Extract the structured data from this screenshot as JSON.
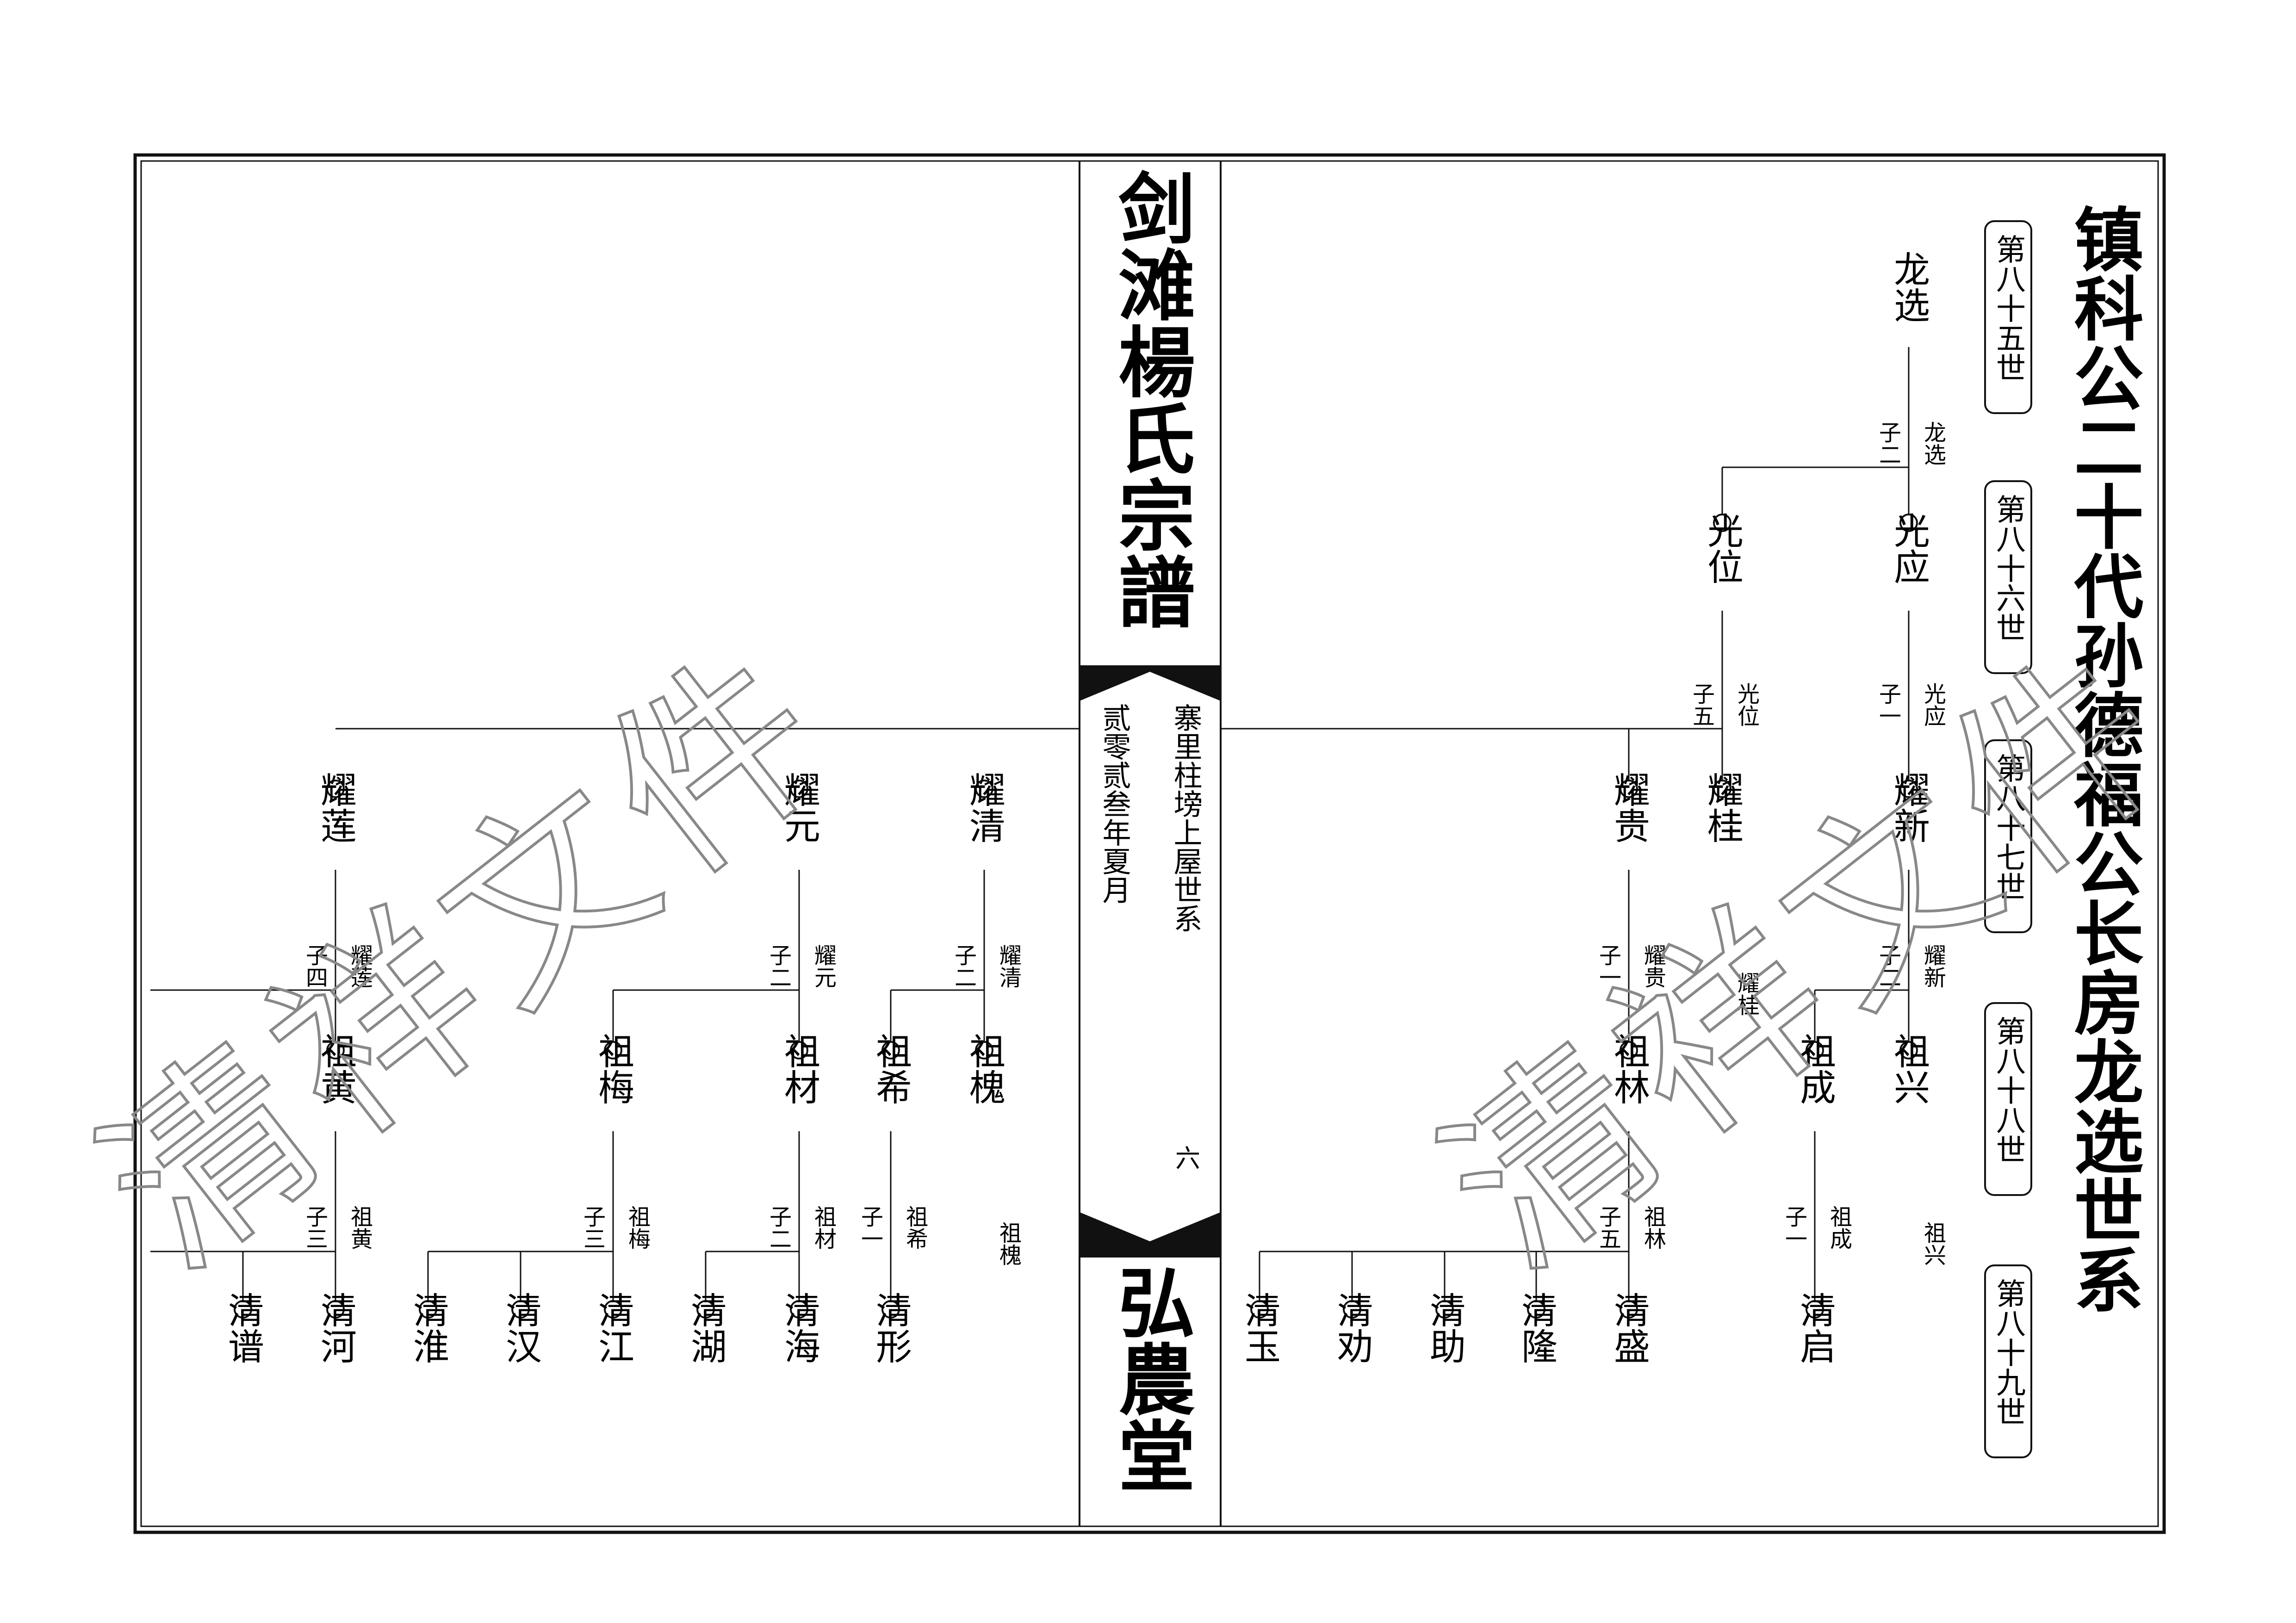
{
  "book": {
    "spine_title": "剑滩楊氏宗譜",
    "spine_hall": "弘農堂",
    "spine_sub_right": "寨里柱塝上屋世系",
    "spine_sub_left": "贰零贰叁年夏月",
    "page_no": "六"
  },
  "page_title": "镇科公二十代孙德福公长房龙选世系",
  "generations": [
    "第八十五世",
    "第八十六世",
    "第八十七世",
    "第八十八世",
    "第八十九世"
  ],
  "watermark": "清祥文件",
  "people": [
    {
      "id": "longxuan",
      "name": "龙选"
    },
    {
      "id": "guangying",
      "name": "光应"
    },
    {
      "id": "guangwei",
      "name": "光位"
    },
    {
      "id": "yaoxin",
      "name": "耀新"
    },
    {
      "id": "yaogui_r",
      "name": "耀桂"
    },
    {
      "id": "yaogui",
      "name": "耀贵"
    },
    {
      "id": "yaoqing",
      "name": "耀清"
    },
    {
      "id": "yaoyuan",
      "name": "耀元"
    },
    {
      "id": "yaolian",
      "name": "耀莲"
    },
    {
      "id": "zuxing",
      "name": "祖兴"
    },
    {
      "id": "zucheng",
      "name": "祖成"
    },
    {
      "id": "zulin",
      "name": "祖林"
    },
    {
      "id": "zuhuai",
      "name": "祖槐"
    },
    {
      "id": "zuxi",
      "name": "祖希"
    },
    {
      "id": "zucai",
      "name": "祖材"
    },
    {
      "id": "zumei",
      "name": "祖梅"
    },
    {
      "id": "zuhuang",
      "name": "祖黄"
    },
    {
      "id": "qingqi",
      "name": "清启"
    },
    {
      "id": "qingsheng",
      "name": "清盛"
    },
    {
      "id": "qinglong",
      "name": "清隆"
    },
    {
      "id": "qingzhu",
      "name": "清助"
    },
    {
      "id": "qingjie",
      "name": "清劝"
    },
    {
      "id": "qingyu",
      "name": "清玉"
    },
    {
      "id": "qingxing",
      "name": "清形"
    },
    {
      "id": "qinghai",
      "name": "清海"
    },
    {
      "id": "qinghu",
      "name": "清湖"
    },
    {
      "id": "qingjiang",
      "name": "清江"
    },
    {
      "id": "qinghan",
      "name": "清汉"
    },
    {
      "id": "qinghuai",
      "name": "清淮"
    },
    {
      "id": "qinghe",
      "name": "清河"
    },
    {
      "id": "qingpu",
      "name": "清谱"
    }
  ],
  "annotations": [
    {
      "id": "a_longxuan",
      "count": "子二",
      "parent": "龙选"
    },
    {
      "id": "a_guangying",
      "count": "子一",
      "parent": "光应"
    },
    {
      "id": "a_guangwei",
      "count": "子五",
      "parent": "光位"
    },
    {
      "id": "a_yaoxin",
      "count": "子二",
      "parent": "耀新"
    },
    {
      "id": "a_yaogui_r",
      "count": "",
      "parent": "耀桂"
    },
    {
      "id": "a_yaogui",
      "count": "子一",
      "parent": "耀贵"
    },
    {
      "id": "a_yaoqing",
      "count": "子二",
      "parent": "耀清"
    },
    {
      "id": "a_yaoyuan",
      "count": "子二",
      "parent": "耀元"
    },
    {
      "id": "a_yaolian",
      "count": "子四",
      "parent": "耀莲"
    },
    {
      "id": "a_zuxing",
      "count": "",
      "parent": "祖兴"
    },
    {
      "id": "a_zucheng",
      "count": "子一",
      "parent": "祖成"
    },
    {
      "id": "a_zulin",
      "count": "子五",
      "parent": "祖林"
    },
    {
      "id": "a_zuhuai",
      "count": "",
      "parent": "祖槐"
    },
    {
      "id": "a_zuxi",
      "count": "子一",
      "parent": "祖希"
    },
    {
      "id": "a_zucai",
      "count": "子二",
      "parent": "祖材"
    },
    {
      "id": "a_zumei",
      "count": "子三",
      "parent": "祖梅"
    },
    {
      "id": "a_zuhuang",
      "count": "子三",
      "parent": "祖黄"
    }
  ]
}
